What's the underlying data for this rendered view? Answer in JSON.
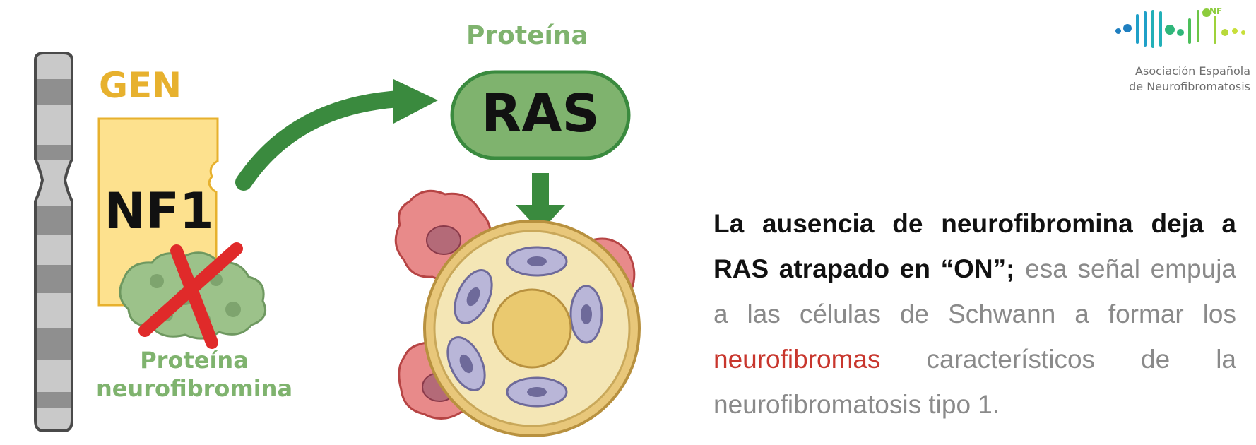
{
  "labels": {
    "gene_title": "GEN",
    "gene_name": "NF1",
    "protein_top": "Proteína",
    "ras": "RAS",
    "neurofibromin_line1": "Proteína",
    "neurofibromin_line2": "neurofibromina"
  },
  "logo": {
    "line1": "Asociación Española",
    "line2": "de Neurofibromatosis",
    "badge": "NF"
  },
  "description": {
    "bold": "La ausencia de neurofibromina deja a RAS atrapado en “ON”;",
    "part1": " esa señal empuja a las células de Schwann a formar los ",
    "highlight": "neurofibromas",
    "part2": " característicos de la neurofibromatosis tipo 1."
  },
  "colors": {
    "gene_yellow": "#e7b12e",
    "protein_green": "#7fb36e",
    "arrow_green": "#3a8a3e",
    "cross_red": "#e02a2a",
    "highlight_red": "#c8362d",
    "tumor_pink": "#e88a8a"
  },
  "icons": [
    "chromosome-icon",
    "gene-icon",
    "neurofibromin-protein-icon",
    "cross-mark-icon",
    "curved-arrow-icon",
    "down-arrow-icon",
    "schwann-cell-icon",
    "logo-icon"
  ]
}
